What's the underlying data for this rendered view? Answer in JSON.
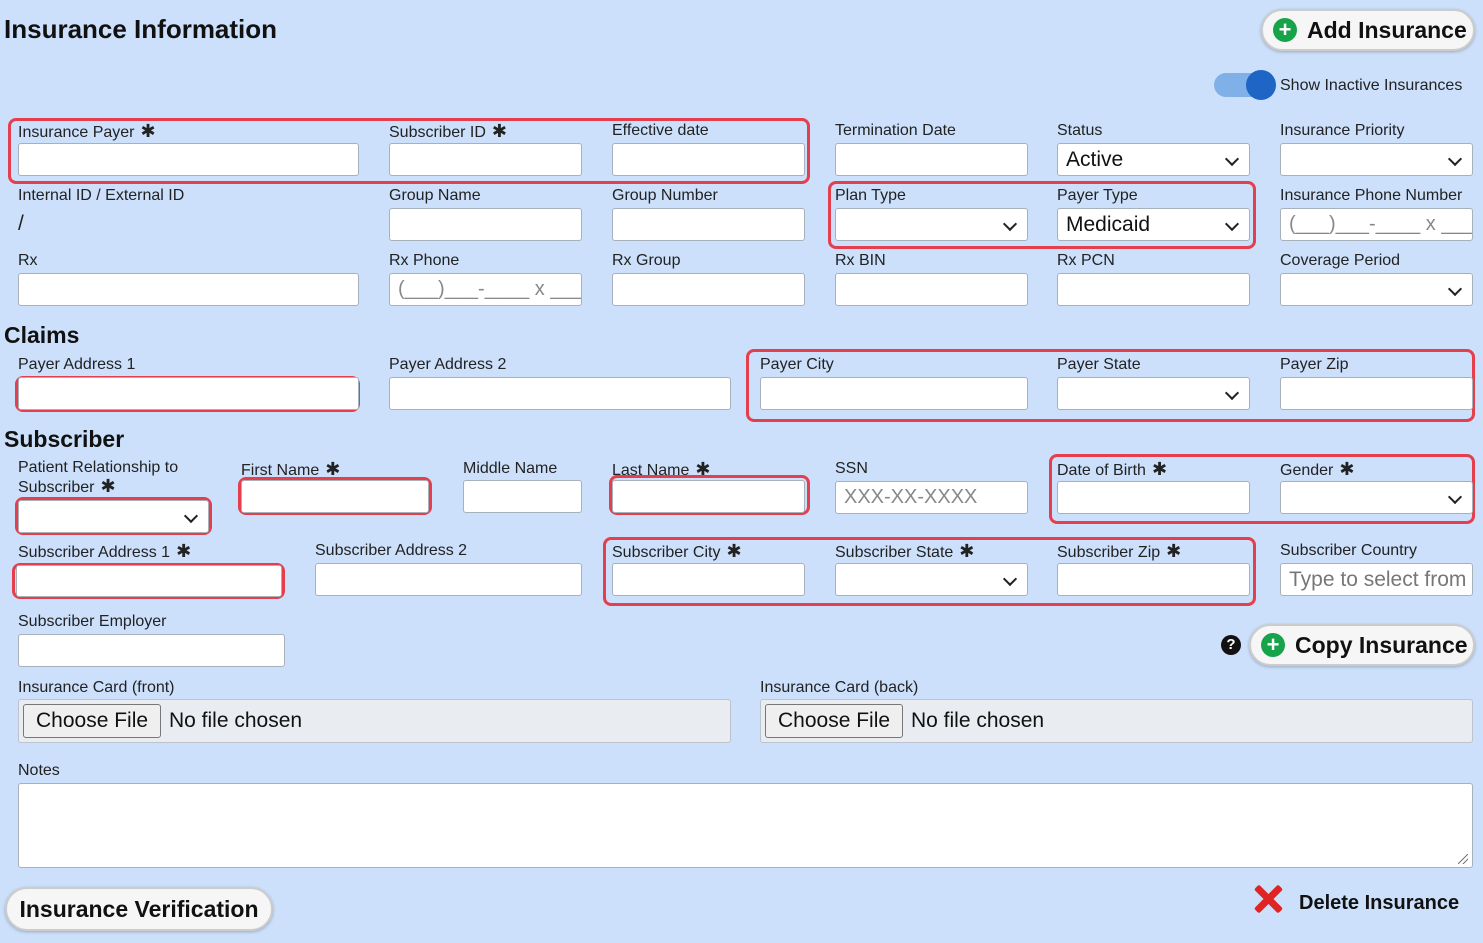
{
  "page": {
    "title": "Insurance Information",
    "add_button": "Add Insurance",
    "toggle_label": "Show Inactive Insurances"
  },
  "insurance": {
    "payer_label": "Insurance Payer",
    "subscriber_id_label": "Subscriber ID",
    "effective_date_label": "Effective date",
    "termination_date_label": "Termination Date",
    "status_label": "Status",
    "status_value": "Active",
    "priority_label": "Insurance Priority",
    "internal_id_label": "Internal ID / External ID",
    "internal_id_value": "/",
    "group_name_label": "Group Name",
    "group_number_label": "Group Number",
    "plan_type_label": "Plan Type",
    "payer_type_label": "Payer Type",
    "payer_type_value": "Medicaid",
    "phone_label": "Insurance Phone Number",
    "phone_mask": "(___)___-____ x ___",
    "rx_label": "Rx",
    "rx_phone_label": "Rx Phone",
    "rx_phone_mask": "(___)___-____ x ___",
    "rx_group_label": "Rx Group",
    "rx_bin_label": "Rx BIN",
    "rx_pcn_label": "Rx PCN",
    "coverage_period_label": "Coverage Period",
    "required_mark": "✱"
  },
  "claims": {
    "heading": "Claims",
    "address1_label": "Payer Address 1",
    "address2_label": "Payer Address 2",
    "city_label": "Payer City",
    "state_label": "Payer State",
    "zip_label": "Payer Zip"
  },
  "subscriber": {
    "heading": "Subscriber",
    "relationship_label_line1": "Patient Relationship to",
    "relationship_label_line2": "Subscriber",
    "first_name_label": "First Name",
    "middle_name_label": "Middle Name",
    "last_name_label": "Last Name",
    "ssn_label": "SSN",
    "ssn_placeholder": "XXX-XX-XXXX",
    "dob_label": "Date of Birth",
    "gender_label": "Gender",
    "address1_label": "Subscriber Address 1",
    "address2_label": "Subscriber Address 2",
    "city_label": "Subscriber City",
    "state_label": "Subscriber State",
    "zip_label": "Subscriber Zip",
    "country_label": "Subscriber Country",
    "country_placeholder": "Type to select from",
    "employer_label": "Subscriber Employer"
  },
  "actions": {
    "copy_button": "Copy Insurance",
    "card_front_label": "Insurance Card (front)",
    "card_back_label": "Insurance Card (back)",
    "choose_file": "Choose File",
    "no_file": "No file chosen",
    "notes_label": "Notes",
    "verification_button": "Insurance Verification",
    "delete_button": "Delete Insurance"
  }
}
